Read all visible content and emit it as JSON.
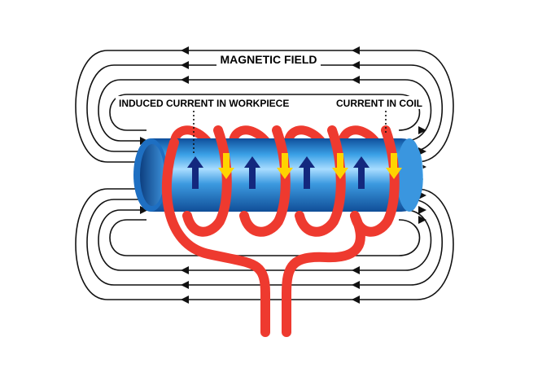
{
  "diagram": {
    "title": "MAGNETIC FIELD",
    "label_induced": "INDUCED CURRENT IN WORKPIECE",
    "label_coil": "CURRENT IN COIL"
  },
  "colors": {
    "field_lines": "#111111",
    "workpiece_main": "#2f8fdc",
    "workpiece_dark": "#1257a6",
    "workpiece_light": "#a8dcff",
    "coil": "#ee3a2f",
    "coil_current_arrow": "#ffd400",
    "induced_current_arrow": "#13287e"
  }
}
